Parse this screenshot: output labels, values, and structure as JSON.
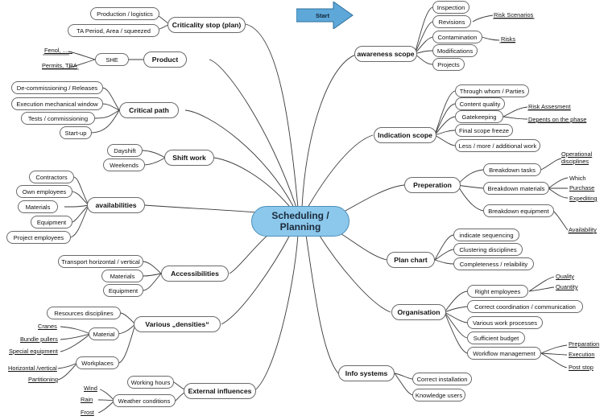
{
  "center": {
    "line1": "Scheduling /",
    "line2": "Planning",
    "color": "#8cc8ec"
  },
  "start": {
    "label": "Start",
    "color": "#5ea8d9"
  },
  "branches": {
    "criticality_stop": {
      "label": "Criticality stop (plan)",
      "children": [
        "Production / logistics",
        "TA Period, Area / squeezed"
      ]
    },
    "product": {
      "label": "Product",
      "child": "SHE",
      "leaves": [
        "Fenol, ......",
        "Permits, TRA"
      ]
    },
    "critical_path": {
      "label": "Critical path",
      "children": [
        "De-commissioning / Releases",
        "Execution mechanical window",
        "Tests / commissioning",
        "Start-up"
      ]
    },
    "shift_work": {
      "label": "Shift work",
      "children": [
        "Dayshift",
        "Weekends"
      ]
    },
    "availabilities": {
      "label": "availabilities",
      "children": [
        "Contractors",
        "Own employees",
        "Materials",
        "Equipment",
        "Project employees"
      ]
    },
    "accessibilities": {
      "label": "Accessibilities",
      "children": [
        "Transport horizontal / vertical",
        "Materials",
        "Equipment"
      ]
    },
    "densities": {
      "label": "Various „densities“",
      "children": [
        "Resources disciplines",
        "Material",
        "Workplaces"
      ],
      "material_leaves": [
        "Cranes",
        "Bundle pullers",
        "Special equipment"
      ],
      "workplaces_leaves": [
        "Horizontal /vertical",
        "Partitioning"
      ]
    },
    "external": {
      "label": "External influences",
      "children": [
        "Working hours",
        "Weather conditions"
      ],
      "weather_leaves": [
        "Wind",
        "Rain",
        "Frost"
      ]
    },
    "awareness": {
      "label": "awareness scope",
      "children": [
        "Inspection",
        "Revisions",
        "Contamination",
        "Modifications",
        "Projects"
      ],
      "revisions_leaf": "Risk Scenarios",
      "contamination_leaf": "Risks"
    },
    "indication": {
      "label": "Indication scope",
      "children": [
        "Through whom / Parties",
        "Content quality",
        "Gatekeeping",
        "Final scope freeze",
        "Less / more / additional work"
      ],
      "gatekeeping_leaves": [
        "Risk Assesment",
        "Depents on the phase"
      ]
    },
    "preperation": {
      "label": "Preperation",
      "children": [
        "Breakdown tasks",
        "Breakdown materials",
        "Breakdown equipment"
      ],
      "tasks_leaf": "Operational disciplines",
      "materials_leaves": [
        "Which",
        "Purchase",
        "Expediting"
      ],
      "equipment_leaf": "Availability"
    },
    "plan_chart": {
      "label": "Plan chart",
      "children": [
        "indicate sequencing",
        "Clustering disciplines",
        "Completeness / relaibility"
      ]
    },
    "organisation": {
      "label": "Organisation",
      "children": [
        "Right employees",
        "Correct coordination / communication",
        "Various work processes",
        "Sufficient budget",
        "Workflow management"
      ],
      "employees_leaves": [
        "Quality",
        "Quantity"
      ],
      "workflow_leaves": [
        "Preparation",
        "Execution",
        "Post stop"
      ]
    },
    "info_systems": {
      "label": "Info systems",
      "children": [
        "Correct installation",
        "Knowledge users"
      ]
    }
  }
}
